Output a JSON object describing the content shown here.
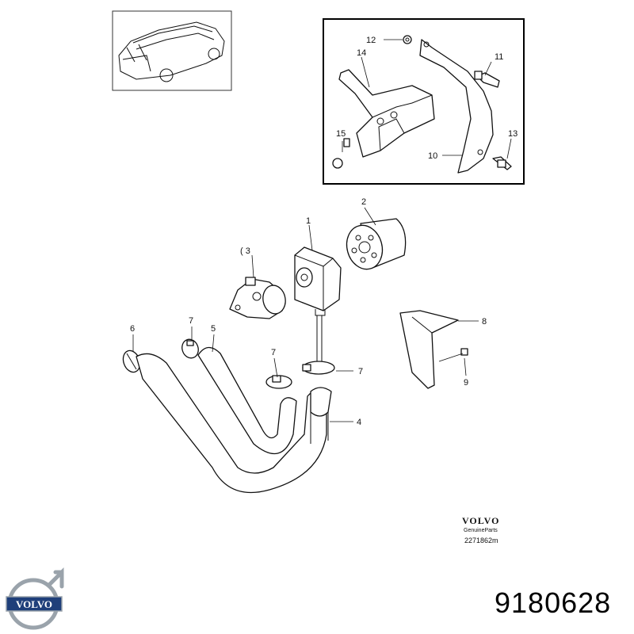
{
  "callouts": {
    "c1": "1",
    "c2": "2",
    "c3": "( 3",
    "c4": "4",
    "c5": "5",
    "c6": "6",
    "c7a": "7",
    "c7b": "7",
    "c7c": "7",
    "c8": "8",
    "c9": "9",
    "c10": "10",
    "c11": "11",
    "c12": "12",
    "c13": "13",
    "c14": "14",
    "c15": "15"
  },
  "brand": {
    "wordmark": "VOLVO",
    "subtitle": "GenuineParts",
    "drawing_code": "2271862m",
    "logo_text": "VOLVO"
  },
  "part_number": "9180628",
  "colors": {
    "ink": "#111111",
    "logo_blue": "#1f3f7a",
    "logo_steel": "#9aa3ab"
  }
}
